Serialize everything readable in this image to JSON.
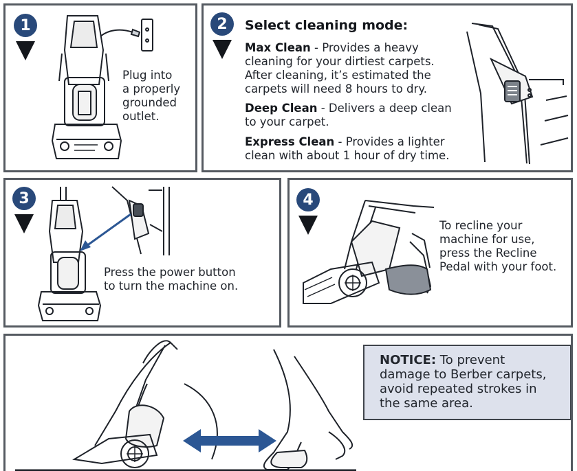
{
  "steps": [
    {
      "number": "1",
      "text_lines": [
        "Plug into",
        "a properly",
        "grounded",
        "outlet."
      ]
    },
    {
      "number": "2",
      "title": "Select cleaning mode:",
      "modes": [
        {
          "name": "Max Clean",
          "lines": [
            " - Provides a heavy",
            "cleaning for your dirtiest carpets.",
            "After cleaning, it’s estimated the",
            "carpets will need 8 hours to dry."
          ]
        },
        {
          "name": "Deep Clean",
          "lines": [
            " - Delivers a deep clean",
            "to your carpet."
          ]
        },
        {
          "name": "Express Clean",
          "lines": [
            " - Provides a lighter",
            "clean with about 1 hour of dry time."
          ]
        }
      ]
    },
    {
      "number": "3",
      "text_lines": [
        "Press the power button",
        "to turn the machine on."
      ]
    },
    {
      "number": "4",
      "text_lines": [
        "To recline your",
        "machine for use,",
        "press the Recline",
        "Pedal with your foot."
      ]
    }
  ],
  "notice": {
    "label": "NOTICE:",
    "lines": [
      " To prevent",
      "damage to Berber carpets,",
      "avoid repeated strokes in",
      "the same area."
    ]
  },
  "colors": {
    "badge": "#29497a",
    "arrow": "#2c5794",
    "notice_bg": "#dde1ec",
    "border": "#555a61"
  }
}
